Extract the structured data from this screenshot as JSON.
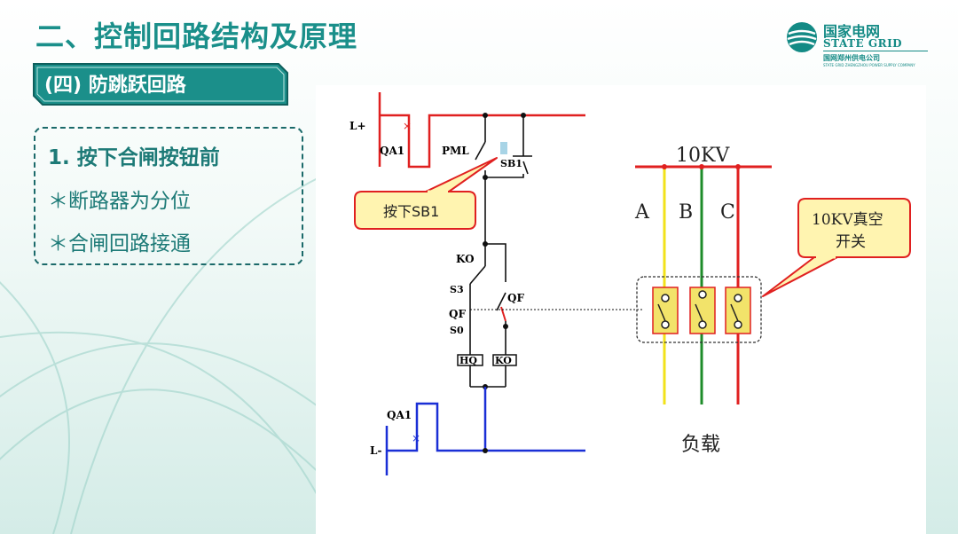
{
  "title": "二、控制回路结构及原理",
  "logo": {
    "name_cn": "国家电网",
    "name_en": "STATE GRID",
    "sub_cn": "国网郑州供电公司",
    "sub_en": "STATE GRID ZHENGZHOU POWER SUPPLY COMPANY"
  },
  "section": "(四)  防跳跃回路",
  "notes": {
    "heading": "1. 按下合闸按钮前",
    "item1": "＊断路器为分位",
    "item2": "＊合闸回路接通"
  },
  "diagram": {
    "l_plus": "L+",
    "l_minus": "L-",
    "qa1_top": "QA1",
    "qa1_bottom": "QA1",
    "pml": "PML",
    "sb1": "SB1",
    "callout_press": "按下SB1",
    "ko": "KO",
    "s3": "S3",
    "qf_right": "QF",
    "qf_left": "QF",
    "s0": "S0",
    "hq": "HQ",
    "ko_coil": "KO",
    "bus_label": "10KV",
    "phase_a": "A",
    "phase_b": "B",
    "phase_c": "C",
    "callout_vacuum_1": "10KV真空",
    "callout_vacuum_2": "开关",
    "load": "负载"
  },
  "colors": {
    "title": "#1a8f8a",
    "red": "#e02020",
    "blue": "#1a2fd6",
    "yellow": "#f2e21a",
    "green": "#1e8c2a",
    "callout_fill": "#fff4b0",
    "callout_stroke": "#e02020"
  }
}
